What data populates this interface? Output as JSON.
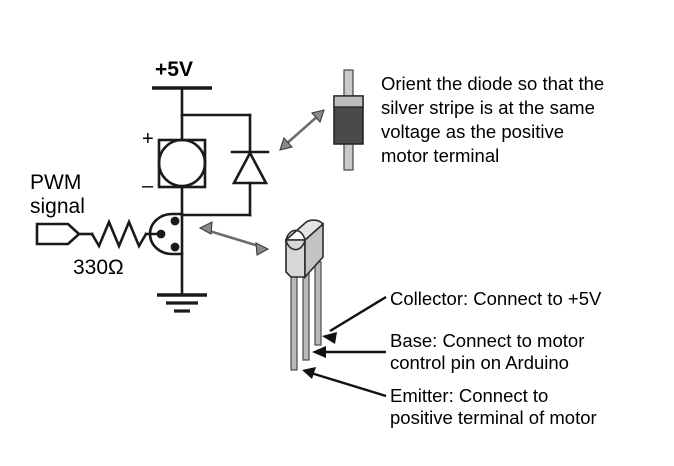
{
  "figure": {
    "type": "circuit-schematic-with-component-photos",
    "background_color": "#ffffff",
    "ink_color": "#1a1a1a",
    "arrow_gray": "#8a8a8a"
  },
  "schematic": {
    "supply_label": "+5V",
    "input_label_line1": "PWM",
    "input_label_line2": "signal",
    "resistor_label": "330Ω",
    "motor_plus": "+",
    "motor_minus": "–",
    "components": [
      {
        "name": "power-rail",
        "label": "+5V"
      },
      {
        "name": "motor",
        "label": "motor"
      },
      {
        "name": "flyback-diode",
        "label": "diode"
      },
      {
        "name": "resistor",
        "label": "330Ω"
      },
      {
        "name": "transistor",
        "label": "transistor"
      },
      {
        "name": "ground",
        "label": "ground"
      }
    ]
  },
  "notes": {
    "diode_note_lines": [
      "Orient the diode so that the",
      "silver stripe is at the same",
      "voltage as the positive",
      "motor terminal"
    ]
  },
  "pin_callouts": [
    {
      "id": "collector",
      "lines": [
        "Collector:  Connect to +5V"
      ]
    },
    {
      "id": "base",
      "lines": [
        "Base:  Connect to motor",
        "control pin on Arduino"
      ]
    },
    {
      "id": "emitter",
      "lines": [
        "Emitter:  Connect to",
        "positive terminal of motor"
      ]
    }
  ],
  "photos": {
    "diode": {
      "name": "diode-photo",
      "body_color": "#4a4a4a",
      "stripe_color": "#bdbdbd",
      "lead_color": "#c9c9c9"
    },
    "transistor": {
      "name": "transistor-photo",
      "body_color": "#d8d8d8",
      "lead_color": "#b9b9b9"
    }
  }
}
